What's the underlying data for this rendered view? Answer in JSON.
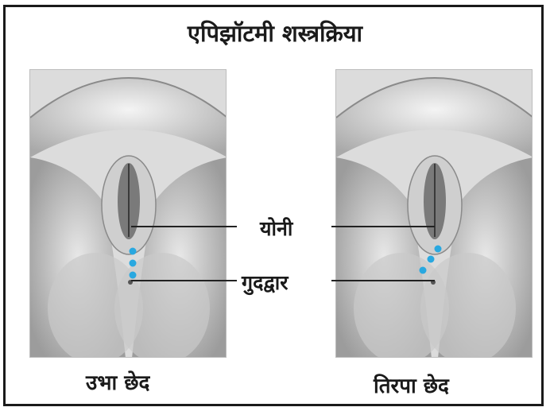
{
  "title": "एपिझॉटमी शस्त्रक्रिया",
  "labels": {
    "vagina": "योनी",
    "anus": "गुदद्वार"
  },
  "panels": [
    {
      "caption": "उभा छेद",
      "incision": "vertical"
    },
    {
      "caption": "तिरपा छेद",
      "incision": "diagonal"
    }
  ],
  "colors": {
    "incision_dots": "#29a8e0",
    "skin_light": "#ededed",
    "skin_shade": "#9a9a9a",
    "line": "#222222"
  }
}
